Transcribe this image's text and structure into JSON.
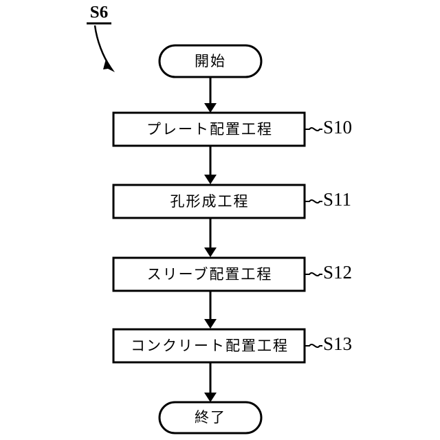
{
  "figure": {
    "label": "S6",
    "label_underlined": true,
    "pointer_icon": "curved-arrow-icon"
  },
  "colors": {
    "stroke": "#000000",
    "background": "#ffffff",
    "text": "#000000"
  },
  "flowchart": {
    "type": "flowchart",
    "orientation": "top-to-bottom",
    "nodes": [
      {
        "id": "start",
        "shape": "stadium",
        "text": "開始",
        "step": null
      },
      {
        "id": "s10",
        "shape": "rectangle",
        "text": "プレート配置工程",
        "step": "S10"
      },
      {
        "id": "s11",
        "shape": "rectangle",
        "text": "孔形成工程",
        "step": "S11"
      },
      {
        "id": "s12",
        "shape": "rectangle",
        "text": "スリーブ配置工程",
        "step": "S12"
      },
      {
        "id": "s13",
        "shape": "rectangle",
        "text": "コンクリート配置工程",
        "step": "S13"
      },
      {
        "id": "end",
        "shape": "stadium",
        "text": "終了",
        "step": null
      }
    ],
    "edges": [
      {
        "from": "start",
        "to": "s10",
        "arrow": "down"
      },
      {
        "from": "s10",
        "to": "s11",
        "arrow": "down"
      },
      {
        "from": "s11",
        "to": "s12",
        "arrow": "down"
      },
      {
        "from": "s12",
        "to": "s13",
        "arrow": "down"
      },
      {
        "from": "s13",
        "to": "end",
        "arrow": "down"
      }
    ]
  }
}
